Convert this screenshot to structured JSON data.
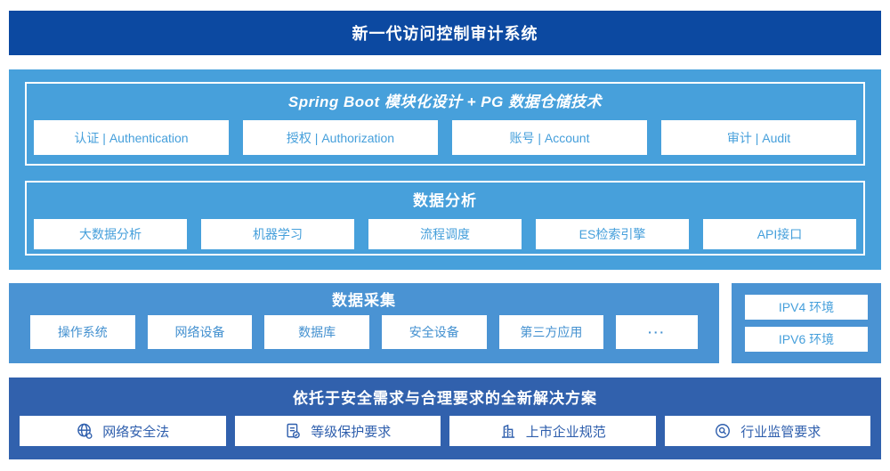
{
  "colors": {
    "banner_blue": "#0c49a1",
    "arch_blue": "#47a0db",
    "collection_blue": "#4a93d3",
    "solution_blue": "#3161ad",
    "box_text_light_blue": "#459fdb",
    "solution_text_blue": "#2f5fad"
  },
  "banner": {
    "title": "新一代访问控制审计系统"
  },
  "arch": {
    "spring_section": {
      "title": "Spring Boot 模块化设计 + PG 数据仓储技术",
      "modules": {
        "0": "认证 | Authentication",
        "1": "授权 | Authorization",
        "2": "账号 | Account",
        "3": "审计 | Audit"
      }
    },
    "analysis_section": {
      "title": "数据分析",
      "modules": {
        "0": "大数据分析",
        "1": "机器学习",
        "2": "流程调度",
        "3": "ES检索引擎",
        "4": "API接口"
      }
    }
  },
  "collection_section": {
    "title": "数据采集",
    "modules": {
      "0": "操作系统",
      "1": "网络设备",
      "2": "数据库",
      "3": "安全设备",
      "4": "第三方应用",
      "5": "···"
    }
  },
  "network_section": {
    "items": {
      "0": "IPV4 环境",
      "1": "IPV6 环境"
    }
  },
  "solution_section": {
    "title": "依托于安全需求与合理要求的全新解决方案",
    "items": {
      "0": {
        "icon": "globe-network-icon",
        "label": "网络安全法"
      },
      "1": {
        "icon": "document-check-icon",
        "label": "等级保护要求"
      },
      "2": {
        "icon": "building-icon",
        "label": "上市企业规范"
      },
      "3": {
        "icon": "seal-search-icon",
        "label": "行业监管要求"
      }
    }
  }
}
